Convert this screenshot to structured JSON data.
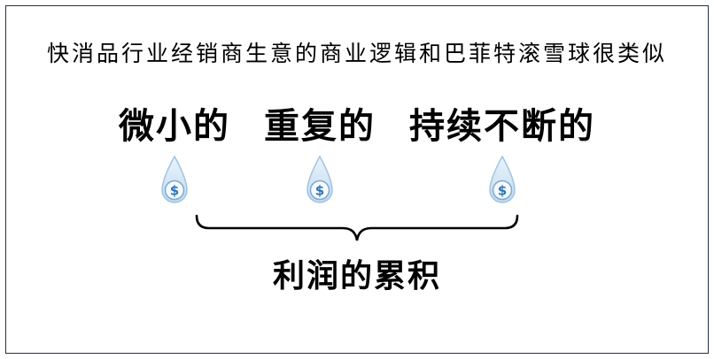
{
  "title": "快消品行业经销商生意的商业逻辑和巴菲特滚雪球很类似",
  "labels": [
    "微小的",
    "重复的",
    "持续不断的"
  ],
  "droplet_symbol": "$",
  "bottom_label": "利润的累积",
  "colors": {
    "frame_border": "#22304c",
    "droplet_fill_light": "#eaf3fb",
    "droplet_fill": "#c3daee",
    "droplet_stroke": "#9dc3e6",
    "dollar_circle_stroke": "#7fa8cc",
    "dollar_text": "#2e75b6",
    "brace": "#000000",
    "text": "#000000"
  }
}
